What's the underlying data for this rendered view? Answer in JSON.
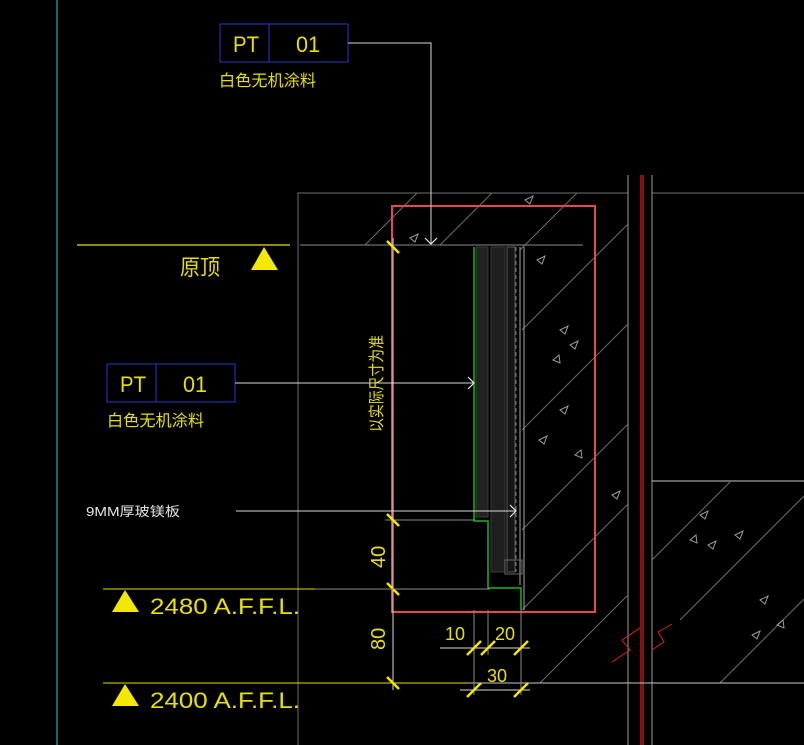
{
  "tags": [
    {
      "code": "PT",
      "number": "01",
      "note": "白色无机涂料"
    },
    {
      "code": "PT",
      "number": "01",
      "note": "白色无机涂料"
    }
  ],
  "labels": {
    "original_ceiling": "原顶",
    "vertical_note": "以实际尺寸为准",
    "board_note": "9MM厚玻镁板"
  },
  "levels": {
    "upper": "2480 A.F.F.L.",
    "lower": "2400 A.F.F.L."
  },
  "dimensions": {
    "v_40": "40",
    "v_80": "80",
    "h_10": "10",
    "h_20": "20",
    "h_30": "30"
  },
  "colors": {
    "background": "#000000",
    "text_yellow": "#e8e000",
    "tag_box_blue": "#2a38c8",
    "highlight_red": "#e84848",
    "green_line": "#1ab51a",
    "line_white": "#d8d8d8",
    "line_grey": "#808080"
  }
}
